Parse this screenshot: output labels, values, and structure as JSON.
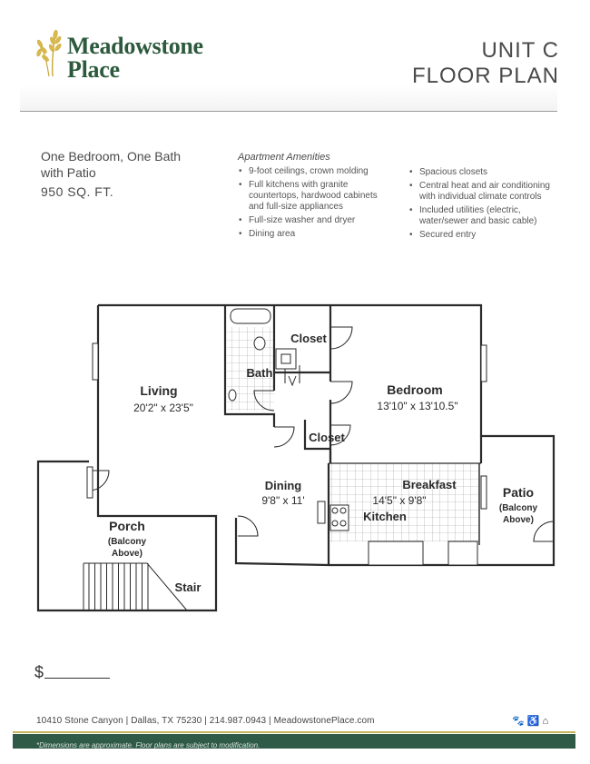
{
  "header": {
    "logo_line1": "Meadowstone",
    "logo_line2": "Place",
    "unit": "UNIT C",
    "plan": "FLOOR PLAN"
  },
  "description": {
    "line1": "One Bedroom, One Bath",
    "line2": "with Patio",
    "sqft": "950 SQ. FT."
  },
  "amenities": {
    "title": "Apartment Amenities",
    "left": [
      [
        "9-foot ceilings, crown molding"
      ],
      [
        "Full kitchens with granite",
        "countertops, hardwood cabinets",
        "and full-size appliances"
      ],
      [
        "Full-size washer and dryer"
      ],
      [
        "Dining area"
      ]
    ],
    "right": [
      [
        "Spacious closets"
      ],
      [
        "Central heat and air conditioning",
        "with individual climate controls"
      ],
      [
        "Included utilities (electric,",
        "water/sewer and basic cable)"
      ],
      [
        "Secured entry"
      ]
    ]
  },
  "rooms": {
    "living": "Living",
    "living_dim": "20'2\" x 23'5\"",
    "bedroom": "Bedroom",
    "bedroom_dim": "13'10\" x 13'10.5\"",
    "bath": "Bath",
    "closet_top": "Closet",
    "closet_mid": "Closet",
    "dining": "Dining",
    "dining_dim": "9'8\" x 11'",
    "breakfast": "Breakfast",
    "kitchen_dim": "14'5\" x 9'8\"",
    "kitchen": "Kitchen",
    "patio": "Patio",
    "patio_note1": "(Balcony",
    "patio_note2": "Above)",
    "porch": "Porch",
    "porch_note1": "(Balcony",
    "porch_note2": "Above)",
    "stair": "Stair"
  },
  "price": {
    "symbol": "$"
  },
  "footer": {
    "address": "10410 Stone Canyon   |   Dallas, TX 75230   |   214.987.0943   |   MeadowstonePlace.com",
    "icons": "🐾 ♿ ⌂",
    "disclaimer": "*Dimensions are approximate. Floor plans are subject to modification."
  },
  "colors": {
    "brand_green": "#2d5a3d",
    "footer_band": "#2e5a47",
    "footer_gold": "#c5b35a"
  }
}
